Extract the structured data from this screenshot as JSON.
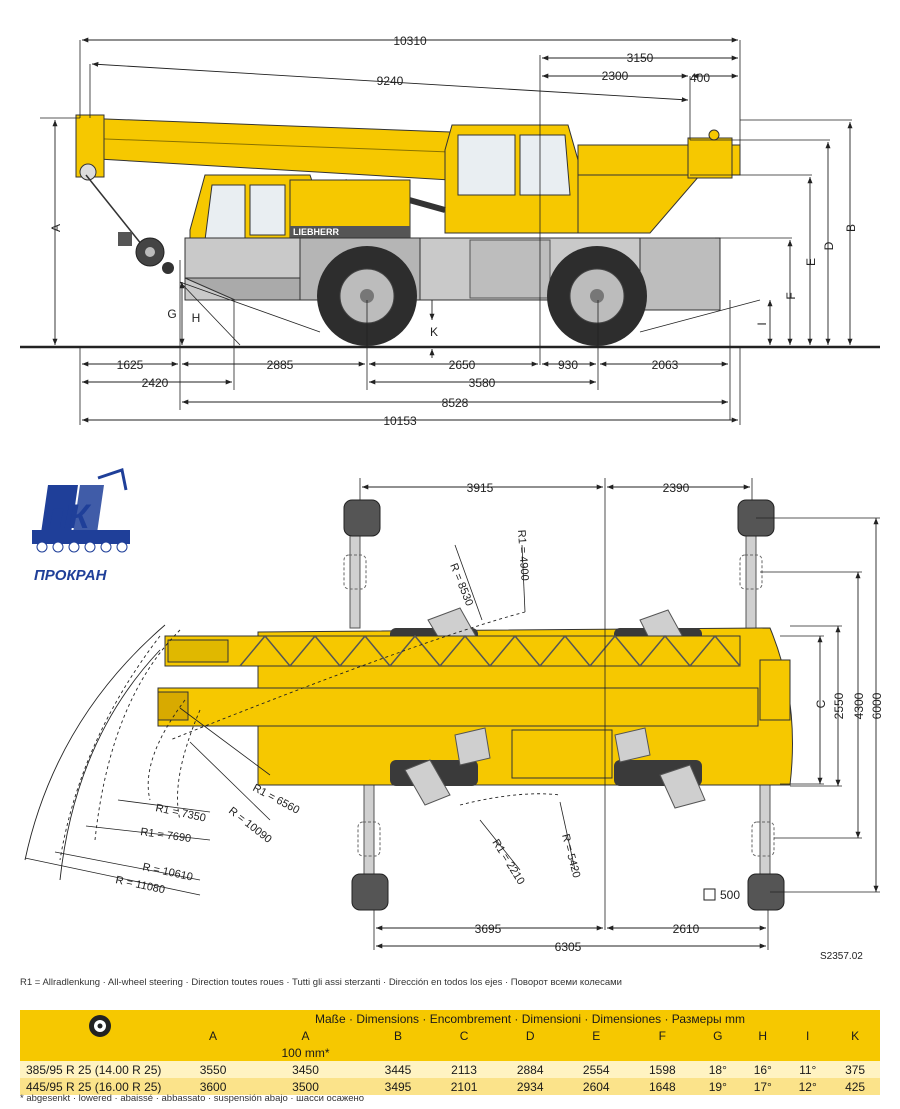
{
  "side_view": {
    "top_dims": [
      "10310",
      "9240",
      "3150",
      "2300",
      "400"
    ],
    "bottom_dims": [
      "1625",
      "2885",
      "2650",
      "930",
      "2063",
      "2420",
      "3580",
      "8528",
      "10153"
    ],
    "height_letters": [
      "A",
      "G",
      "H",
      "K",
      "I",
      "F",
      "E",
      "D",
      "B"
    ],
    "brand_label": "LIEBHERR"
  },
  "top_view": {
    "top_dims": [
      "3915",
      "2390"
    ],
    "bottom_dims": [
      "3695",
      "2610",
      "6305"
    ],
    "right_dims": [
      "C",
      "2550",
      "4300",
      "6000"
    ],
    "radii": {
      "r_8530": "R = 8530",
      "r1_4900": "R1 = 4900",
      "r1_6560": "R1 = 6560",
      "r_10090": "R = 10090",
      "r1_7350": "R1 = 7350",
      "r1_7690": "R1 = 7690",
      "r_10610": "R = 10610",
      "r_11080": "R = 11080",
      "r1_2210": "R1 = 2210",
      "r_5420": "R = 5420"
    },
    "pad_label": "500"
  },
  "logo": {
    "mark": "ПК",
    "name": "ПРОКРАН"
  },
  "drawing_code": "S2357.02",
  "legend_text": "R1 = Allradlenkung · All-wheel steering · Direction toutes roues · Tutti gli assi sterzanti · Dirección en todos los ejes · Поворот всеми колесами",
  "table": {
    "header_title": "Maße · Dimensions · Encombrement · Dimensioni · Dimensiones · Размеры mm",
    "columns": [
      "A",
      "A",
      "B",
      "C",
      "D",
      "E",
      "F",
      "G",
      "H",
      "I",
      "K"
    ],
    "sub_label": "100 mm*",
    "rows": [
      {
        "tyre": "385/95 R 25 (14.00 R 25)",
        "values": [
          "3550",
          "3450",
          "3445",
          "2113",
          "2884",
          "2554",
          "1598",
          "18°",
          "16°",
          "11°",
          "375"
        ]
      },
      {
        "tyre": "445/95 R 25 (16.00 R 25)",
        "values": [
          "3600",
          "3500",
          "3495",
          "2101",
          "2934",
          "2604",
          "1648",
          "19°",
          "17°",
          "12°",
          "425"
        ]
      }
    ]
  },
  "footnote": "* abgesenkt · lowered · abaissé · abbassato · suspensión abajo · шасси осажено",
  "colors": {
    "crane_yellow": "#f6c800",
    "table_yellow": "#f6c800",
    "logo_blue": "#1f3f99"
  }
}
